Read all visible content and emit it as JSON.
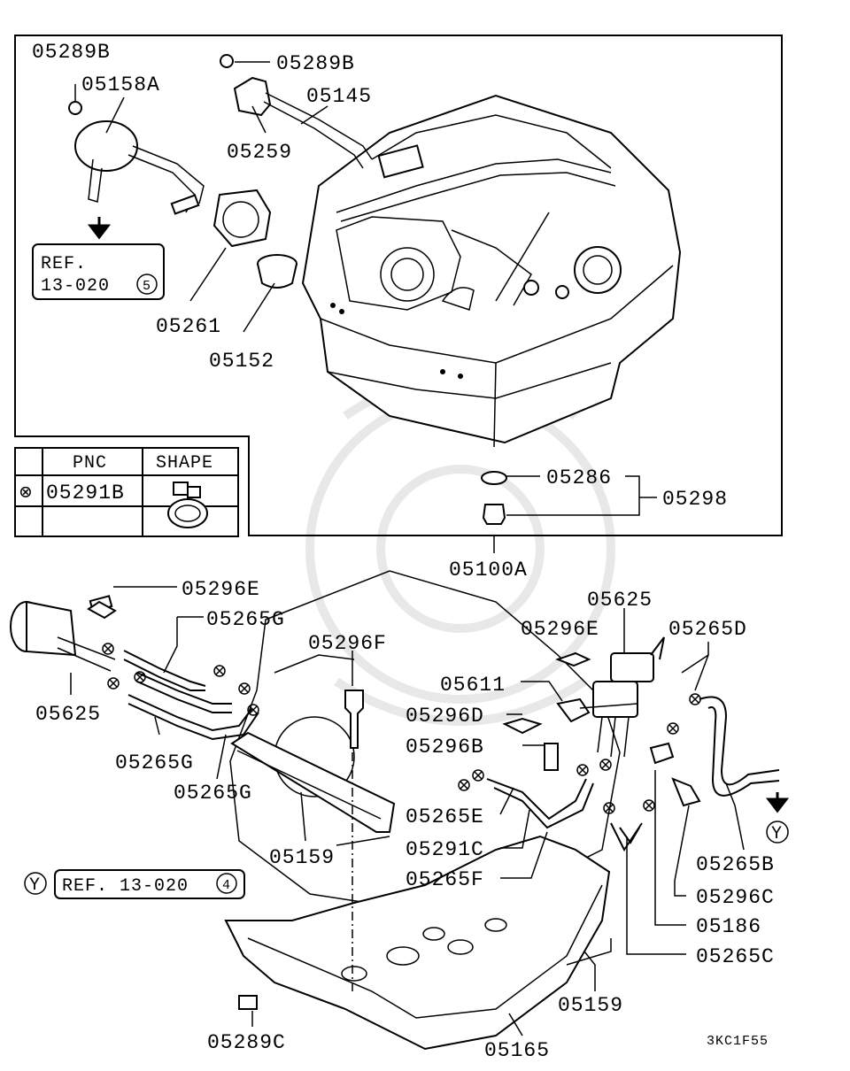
{
  "diagram_code": "3KC1F55",
  "ref_top": {
    "line1": "REF.",
    "line2": "13-020",
    "circled": "5"
  },
  "ref_bottom": {
    "marker": "Y",
    "text": "REF. 13-020",
    "circled": "4"
  },
  "arrow_marker": "Y",
  "legend": {
    "col_pnc": "PNC",
    "col_shape": "SHAPE",
    "symbol": "⊗",
    "pnc_value": "05291B"
  },
  "labels": {
    "p05289B_a": "05289B",
    "p05158A": "05158A",
    "p05289B_b": "05289B",
    "p05145": "05145",
    "p05259": "05259",
    "p05261": "05261",
    "p05152": "05152",
    "p05286": "05286",
    "p05298": "05298",
    "p05100A": "05100A",
    "p05296E_a": "05296E",
    "p05265G_a": "05265G",
    "p05625_a": "05625",
    "p05265G_b": "05265G",
    "p05265G_c": "05265G",
    "p05296F": "05296F",
    "p05159_a": "05159",
    "p05625_b": "05625",
    "p05296E_b": "05296E",
    "p05265D": "05265D",
    "p05611": "05611",
    "p05296D": "05296D",
    "p05296B": "05296B",
    "p05265E": "05265E",
    "p05291C": "05291C",
    "p05265F": "05265F",
    "p05265B": "05265B",
    "p05296C": "05296C",
    "p05186": "05186",
    "p05265C": "05265C",
    "p05159_b": "05159",
    "p05289C": "05289C",
    "p05165": "05165"
  }
}
